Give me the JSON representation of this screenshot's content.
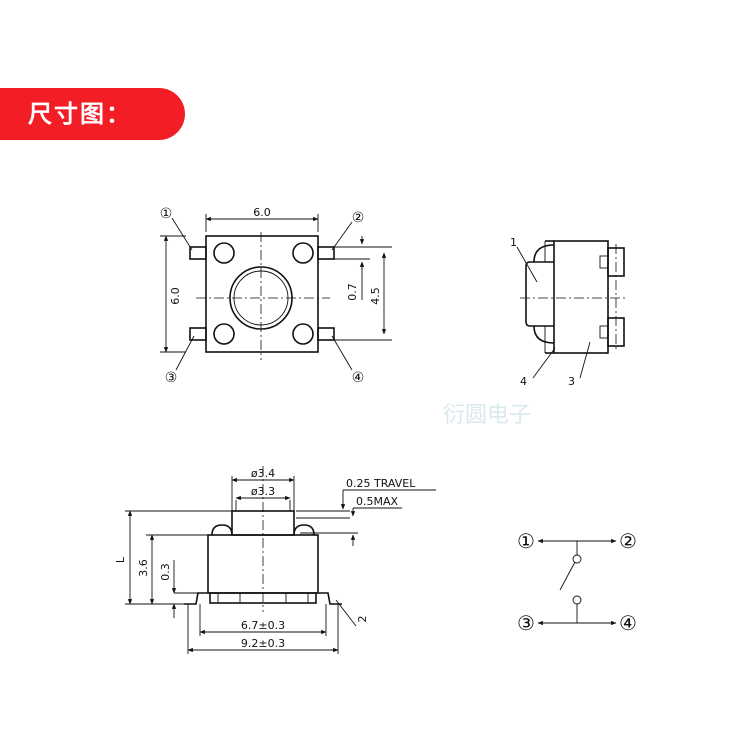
{
  "banner": {
    "title": "尺寸图："
  },
  "top_view": {
    "width_dim": "6.0",
    "height_dim": "6.0",
    "pin_dim": "0.7",
    "pitch_dim": "4.5",
    "pins": [
      "①",
      "②",
      "③",
      "④"
    ]
  },
  "side_view": {
    "labels": [
      "1",
      "4",
      "3"
    ]
  },
  "front_view": {
    "d1": "ø3.4",
    "d2": "ø3.3",
    "travel": "0.25 TRAVEL",
    "max": "0.5MAX",
    "L": "L",
    "h1": "3.6",
    "h2": "0.3",
    "w1": "6.7±0.3",
    "w2": "9.2±0.3",
    "r": "2"
  },
  "schematic": {
    "pins": [
      "①",
      "②",
      "③",
      "④"
    ]
  },
  "watermark": "衍圆电子"
}
